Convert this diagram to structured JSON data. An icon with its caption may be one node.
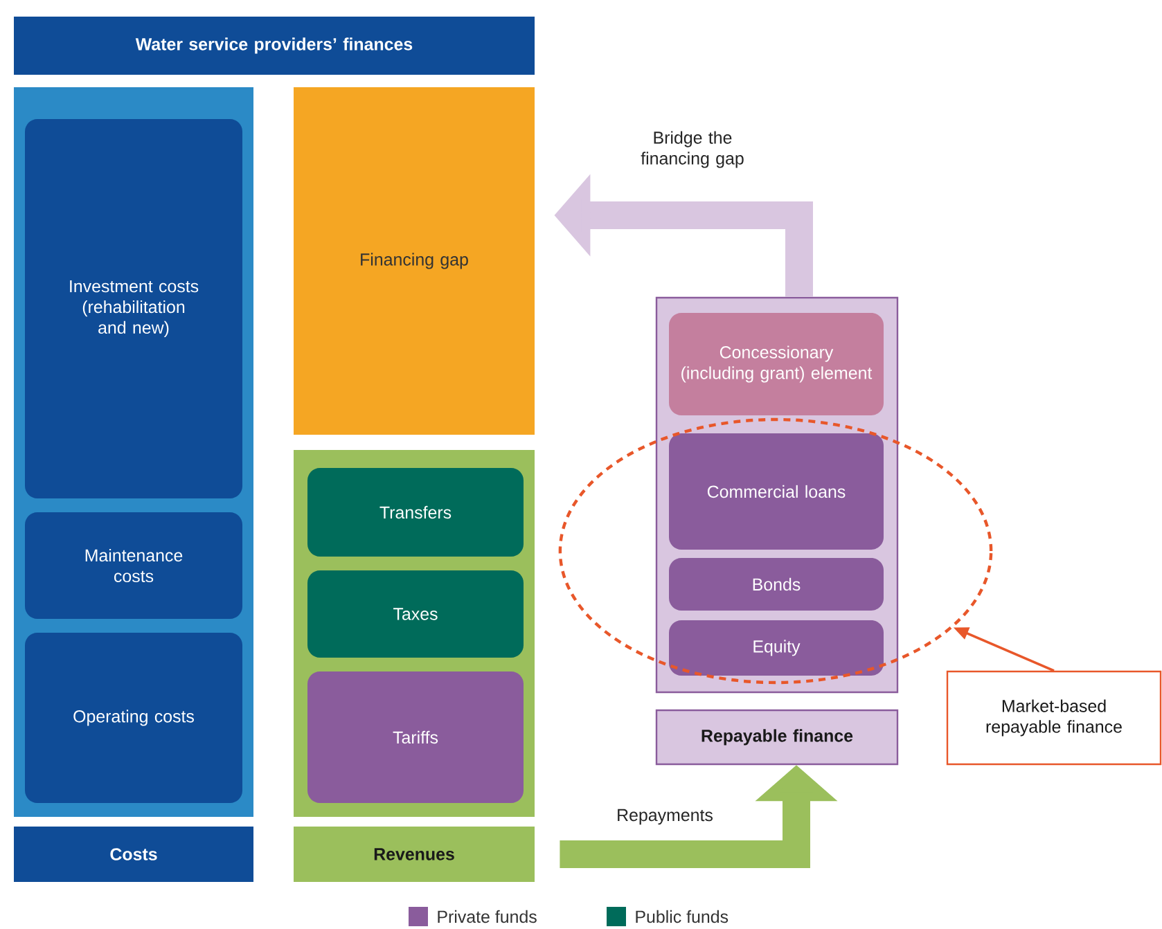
{
  "diagram": {
    "nodes": [
      {
        "text": [
          "Water service providers’ finances"
        ]
      },
      {
        "text": [],
        "shape": "box"
      },
      {
        "text": [
          "Investment costs (rehabilitation and new)"
        ],
        "in": 1
      },
      {
        "text": [
          "Maintenance costs"
        ],
        "in": 1
      },
      {
        "text": [
          "Operating costs"
        ],
        "in": 1
      },
      {
        "text": [
          "Costs"
        ]
      },
      {
        "text": [
          "Financing gap"
        ]
      },
      {
        "text": [],
        "shape": "box"
      },
      {
        "text": [
          "Transfers"
        ],
        "in": 7
      },
      {
        "text": [
          "Taxes"
        ],
        "in": 7
      },
      {
        "text": [
          "Tariffs"
        ],
        "in": 7
      },
      {
        "text": [
          "Revenues"
        ]
      },
      {
        "text": [],
        "shape": "box"
      },
      {
        "text": [
          "Concessionary (including grant) element"
        ],
        "in": 12
      },
      {
        "text": [
          "Commercial loans"
        ]
      },
      {
        "text": [
          "Bonds"
        ]
      },
      {
        "text": [
          "Equity"
        ]
      },
      {
        "text": [
          "Repayable finance"
        ]
      },
      {
        "text": [],
        "shape": "ellipse"
      },
      {
        "text": [
          "Market-based repayable finance"
        ]
      }
    ],
    "edges": [
      {
        "from": 12,
        "to": 6,
        "arrow": "to",
        "label": "Bridge the financing gap",
        "color": "#d9c6e0"
      },
      {
        "from": 11,
        "to": 17,
        "arrow": "to",
        "label": "Repayments",
        "color": "#9bbf5c"
      },
      {
        "from": 19,
        "to": 18,
        "arrow": "to",
        "color": "#e8572a"
      }
    ],
    "legend": [
      {
        "text": "Private funds",
        "color": "#8a5c9c"
      },
      {
        "text": "Public funds",
        "color": "#006b5a"
      }
    ]
  }
}
